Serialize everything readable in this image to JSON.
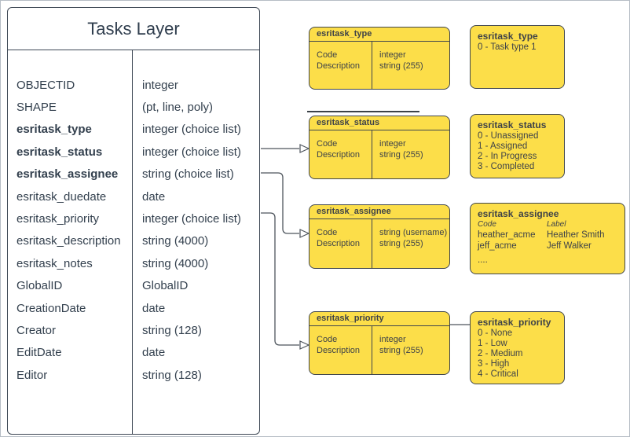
{
  "colors": {
    "box_fill": "#fcde49",
    "box_border": "#40464c",
    "table_border": "#3e4855",
    "text": "#33404e",
    "connector": "#4d545c",
    "canvas_border": "#b6bdc5"
  },
  "tasks_table": {
    "title": "Tasks Layer",
    "rows": [
      {
        "field": "OBJECTID",
        "type": "integer",
        "bold": false
      },
      {
        "field": "SHAPE",
        "type": "(pt, line, poly)",
        "bold": false
      },
      {
        "field": "esritask_type",
        "type": "integer (choice list)",
        "bold": true
      },
      {
        "field": "esritask_status",
        "type": "integer (choice list)",
        "bold": true
      },
      {
        "field": "esritask_assignee",
        "type": "string (choice list)",
        "bold": true
      },
      {
        "field": "esritask_duedate",
        "type": "date",
        "bold": false
      },
      {
        "field": "esritask_priority",
        "type": "integer (choice list)",
        "bold": false
      },
      {
        "field": "esritask_description",
        "type": "string (4000)",
        "bold": false
      },
      {
        "field": "esritask_notes",
        "type": "string (4000)",
        "bold": false
      },
      {
        "field": "GlobalID",
        "type": "GlobalID",
        "bold": false
      },
      {
        "field": "CreationDate",
        "type": "date",
        "bold": false
      },
      {
        "field": "Creator",
        "type": "string (128)",
        "bold": false
      },
      {
        "field": "EditDate",
        "type": "date",
        "bold": false
      },
      {
        "field": "Editor",
        "type": "string (128)",
        "bold": false
      }
    ]
  },
  "schema_boxes": [
    {
      "title": "esritask_type",
      "fields": [
        "Code",
        "Description"
      ],
      "types": [
        "integer",
        "string (255)"
      ]
    },
    {
      "title": "esritask_status",
      "fields": [
        "Code",
        "Description"
      ],
      "types": [
        "integer",
        "string (255)"
      ]
    },
    {
      "title": "esritask_assignee",
      "fields": [
        "Code",
        "Description"
      ],
      "types": [
        "string (username)",
        "string (255)"
      ]
    },
    {
      "title": "esritask_priority",
      "fields": [
        "Code",
        "Description"
      ],
      "types": [
        "integer",
        "string (255)"
      ]
    }
  ],
  "value_boxes": [
    {
      "title": "esritask_type",
      "items": [
        "0 - Task type 1"
      ]
    },
    {
      "title": "esritask_status",
      "items": [
        "0 - Unassigned",
        "1 - Assigned",
        "2 - In Progress",
        "3 - Completed"
      ]
    },
    {
      "title": "esritask_assignee",
      "columns": [
        "Code",
        "Label"
      ],
      "pairs": [
        [
          "heather_acme",
          "Heather Smith"
        ],
        [
          "jeff_acme",
          "Jeff Walker"
        ]
      ],
      "more": "...."
    },
    {
      "title": "esritask_priority",
      "items": [
        "0 - None",
        "1 - Low",
        "2 - Medium",
        "3 - High",
        "4 - Critical"
      ]
    }
  ]
}
